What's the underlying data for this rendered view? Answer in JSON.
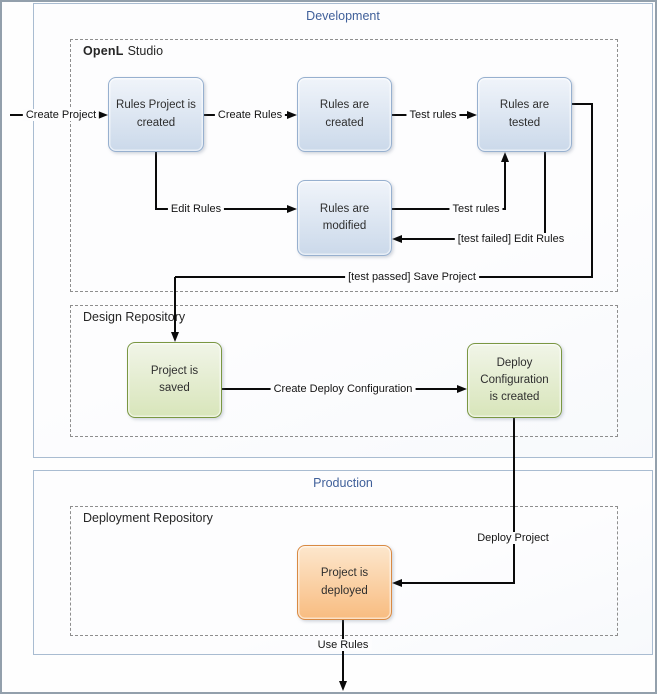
{
  "diagram": {
    "development": {
      "title": "Development"
    },
    "production": {
      "title": "Production"
    },
    "openl_studio": {
      "brand": "OpenL",
      "name": "Studio"
    },
    "design_repository": {
      "title": "Design Repository"
    },
    "deployment_repository": {
      "title": "Deployment Repository"
    },
    "nodes": {
      "rules_project_created": "Rules Project is\ncreated",
      "rules_created": "Rules are\ncreated",
      "rules_tested": "Rules are\ntested",
      "rules_modified": "Rules are\nmodified",
      "project_saved": "Project is\nsaved",
      "deploy_config_created": "Deploy\nConfiguration\nis created",
      "project_deployed": "Project is\ndeployed"
    },
    "edge_labels": {
      "create_project": "Create Project",
      "create_rules": "Create Rules",
      "test_rules_top": "Test rules",
      "edit_rules": "Edit Rules",
      "test_rules_mid": "Test rules",
      "test_failed_edit_rules": "[test failed] Edit Rules",
      "test_passed_save_project": "[test passed] Save Project",
      "create_deploy_configuration": "Create Deploy Configuration",
      "deploy_project": "Deploy Project",
      "use_rules": "Use Rules"
    },
    "colors": {
      "container_border": "#a9bcd1",
      "container_title": "#40609a",
      "dashed_border": "#8e8e8e",
      "connector": "#0a0a0a",
      "blue_node_border": "#97b0cf",
      "blue_node_top": "#f0f4fa",
      "blue_node_bottom": "#cbd9ea",
      "green_node_border": "#7a9742",
      "green_node_top": "#f1f5e8",
      "green_node_bottom": "#d8e5ba",
      "orange_node_border": "#d98a43",
      "orange_node_top": "#fde7cd",
      "orange_node_bottom": "#f8bc80"
    }
  }
}
